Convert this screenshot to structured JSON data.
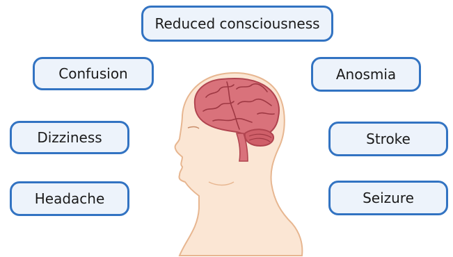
{
  "symptoms": {
    "reduced_consciousness": "Reduced consciousness",
    "confusion": "Confusion",
    "anosmia": "Anosmia",
    "dizziness": "Dizziness",
    "stroke": "Stroke",
    "headache": "Headache",
    "seizure": "Seizure"
  },
  "colors": {
    "box_border": "#3273c2",
    "box_fill": "#edf3fb",
    "skin": "#fbe6d4",
    "skin_outline": "#e7b690",
    "brain": "#d9727b",
    "brain_outline": "#b0444f"
  },
  "illustration": "human-head-profile-with-brain-icon"
}
